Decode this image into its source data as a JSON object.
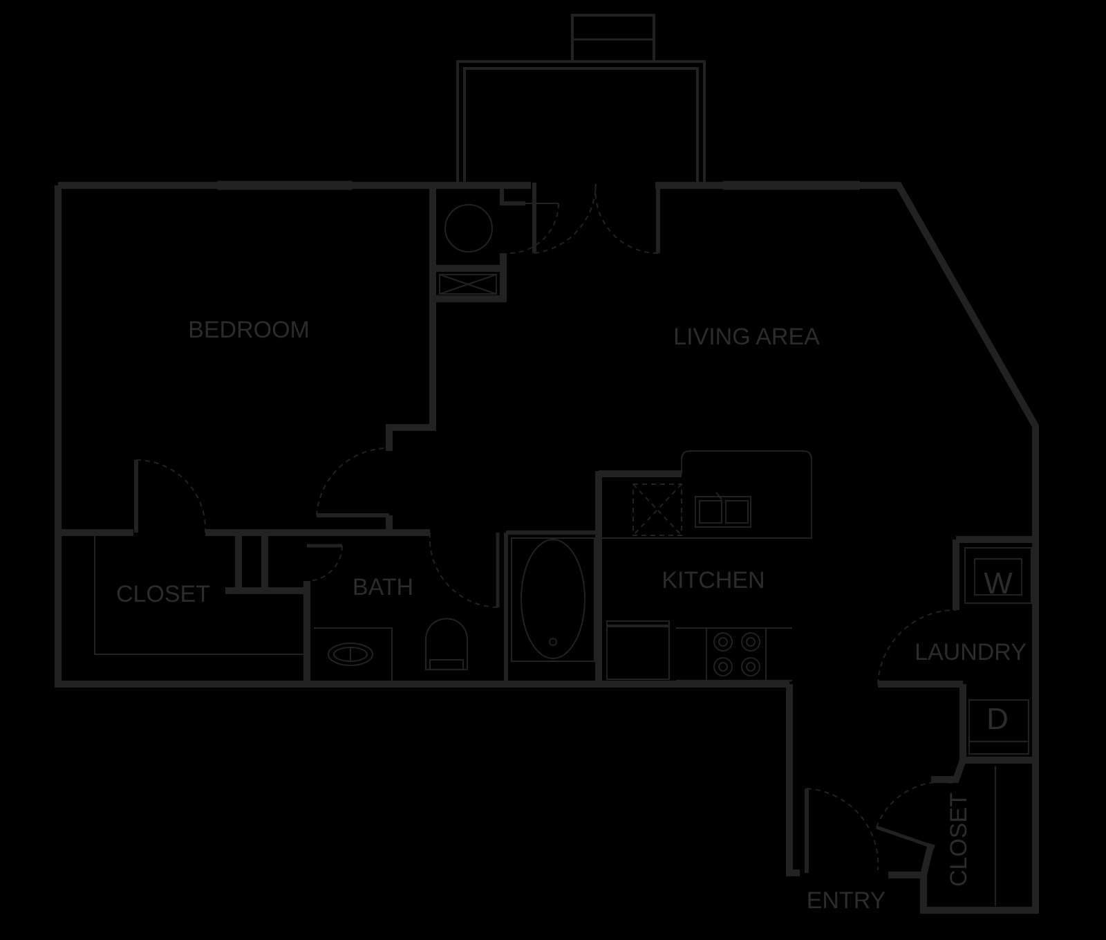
{
  "rooms": {
    "bedroom": "BEDROOM",
    "living": "LIVING AREA",
    "closet_bedroom": "CLOSET",
    "bath": "BATH",
    "kitchen": "KITCHEN",
    "laundry": "LAUNDRY",
    "closet_entry": "CLOSET",
    "entry": "ENTRY"
  },
  "appliances": {
    "washer": "W",
    "dryer": "D"
  },
  "colors": {
    "background": "#000000",
    "lines": "#222222",
    "labels": "#2c2c2c"
  }
}
